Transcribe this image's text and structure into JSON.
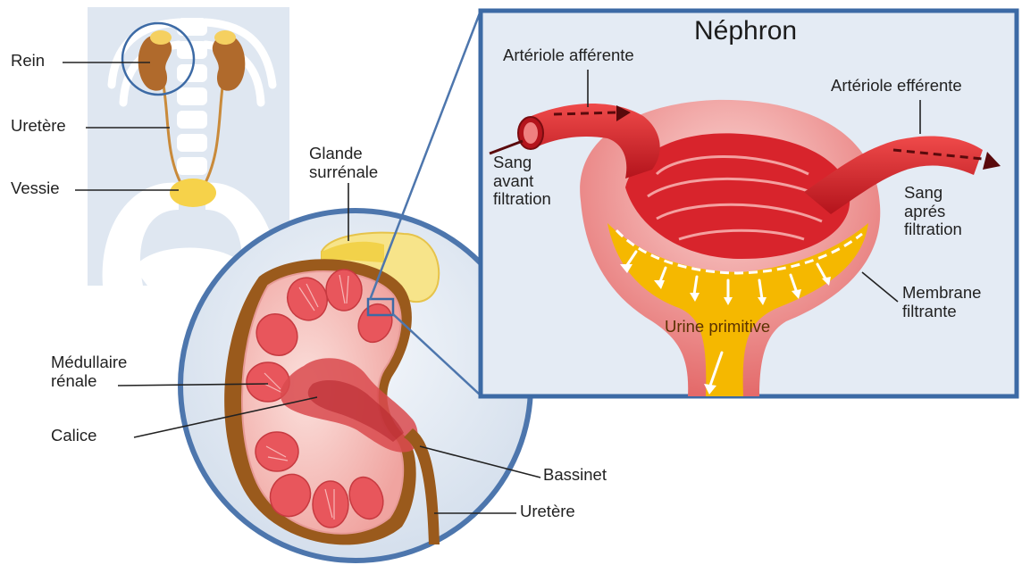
{
  "nephron": {
    "title": "Néphron",
    "arteriole_afferente": "Artériole afférente",
    "arteriole_efferente": "Artériole efférente",
    "sang_avant": [
      "Sang",
      "avant",
      "filtration"
    ],
    "sang_apres": [
      "Sang",
      "aprés",
      "filtration"
    ],
    "membrane": [
      "Membrane",
      "filtrante"
    ],
    "urine": "Urine primitive"
  },
  "body": {
    "rein": "Rein",
    "uretere": "Uretère",
    "vessie": "Vessie"
  },
  "kidney": {
    "glande": [
      "Glande",
      "surrénale"
    ],
    "medullaire": [
      "Médullaire",
      "rénale"
    ],
    "calice": "Calice",
    "bassinet": "Bassinet",
    "uretere": "Uretère"
  },
  "colors": {
    "border_blue": "#3c6aa5",
    "panel_bg": "#e4ebf4",
    "artery_red": "#d8242c",
    "urine_yellow": "#f5b800",
    "kidney_pink": "#f6c6c4",
    "pyramid_red": "#e8565c",
    "cortex_brown": "#9a5a1c"
  }
}
